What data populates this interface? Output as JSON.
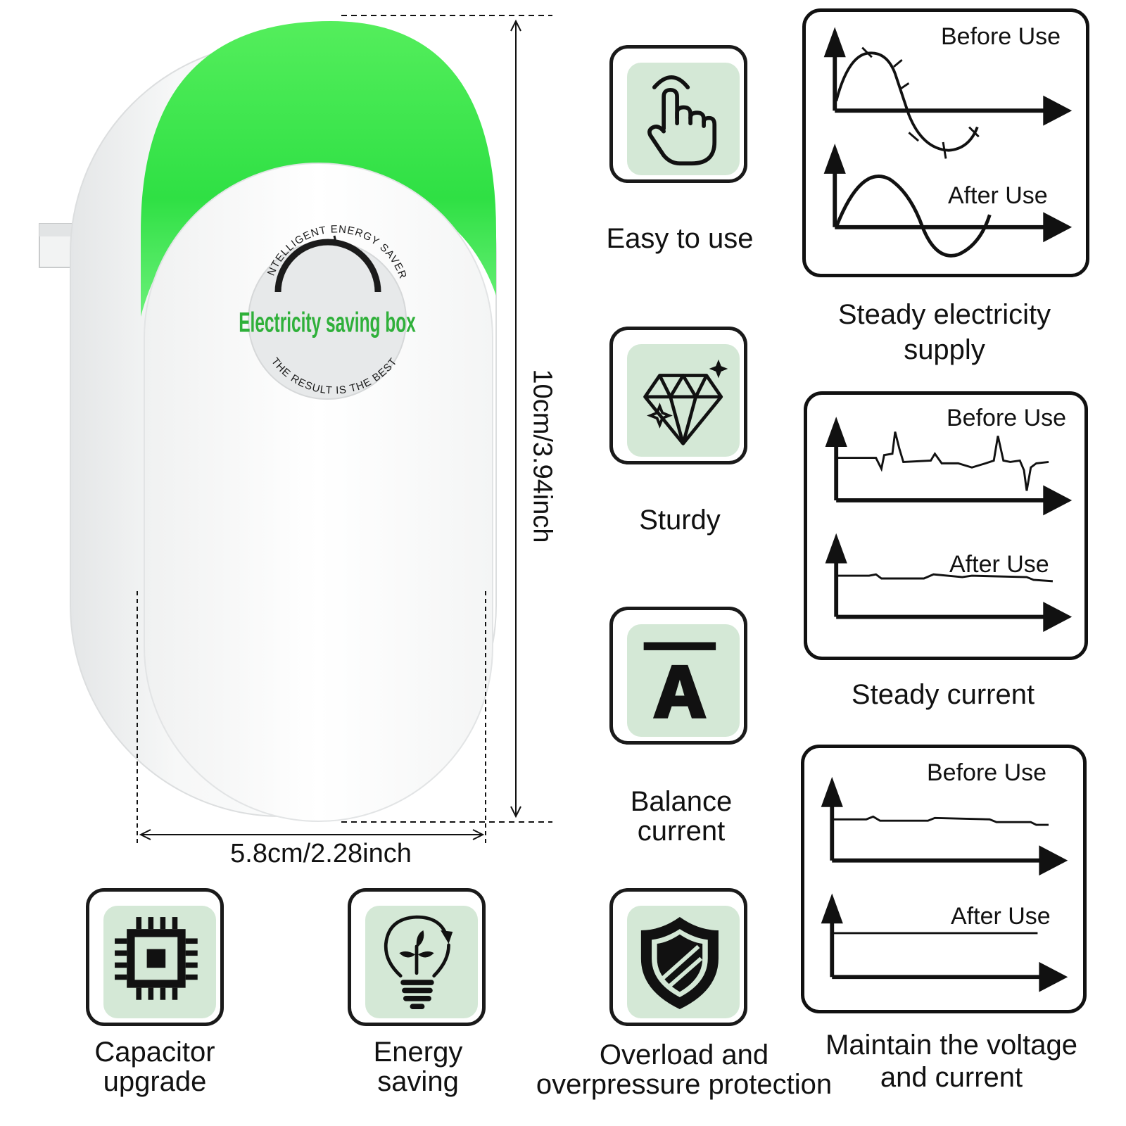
{
  "product": {
    "badge_top_text": "INTELLIGENT ENERGY SAVER",
    "badge_main_text": "Electricity  saving box",
    "badge_bottom_text": "THE RESULT IS THE BEST"
  },
  "dimensions": {
    "height_label": "10cm/3.94inch",
    "width_label": "5.8cm/2.28inch"
  },
  "features": [
    {
      "icon": "hand-pointer-icon",
      "label_lines": [
        "Easy to use"
      ]
    },
    {
      "icon": "diamond-icon",
      "label_lines": [
        "Sturdy"
      ]
    },
    {
      "icon": "ammeter-icon",
      "label_lines": [
        "Balance",
        "current"
      ]
    },
    {
      "icon": "shield-icon",
      "label_lines": [
        "Overload and",
        "overpressure protection"
      ]
    },
    {
      "icon": "chip-icon",
      "label_lines": [
        "Capacitor",
        "upgrade"
      ]
    },
    {
      "icon": "eco-bulb-icon",
      "label_lines": [
        "Energy",
        "saving"
      ]
    }
  ],
  "comparisons": [
    {
      "before_label": "Before Use",
      "after_label": "After Use",
      "caption_lines": [
        "Steady electricity",
        "supply"
      ]
    },
    {
      "before_label": "Before Use",
      "after_label": "After Use",
      "caption_lines": [
        "Steady current"
      ]
    },
    {
      "before_label": "Before Use",
      "after_label": "After Use",
      "caption_lines": [
        "Maintain the voltage",
        "and current"
      ]
    }
  ],
  "colors": {
    "accent_green": "#33e24a",
    "icon_background": "#d4e8d6",
    "badge_text_green": "#2fb03a"
  }
}
